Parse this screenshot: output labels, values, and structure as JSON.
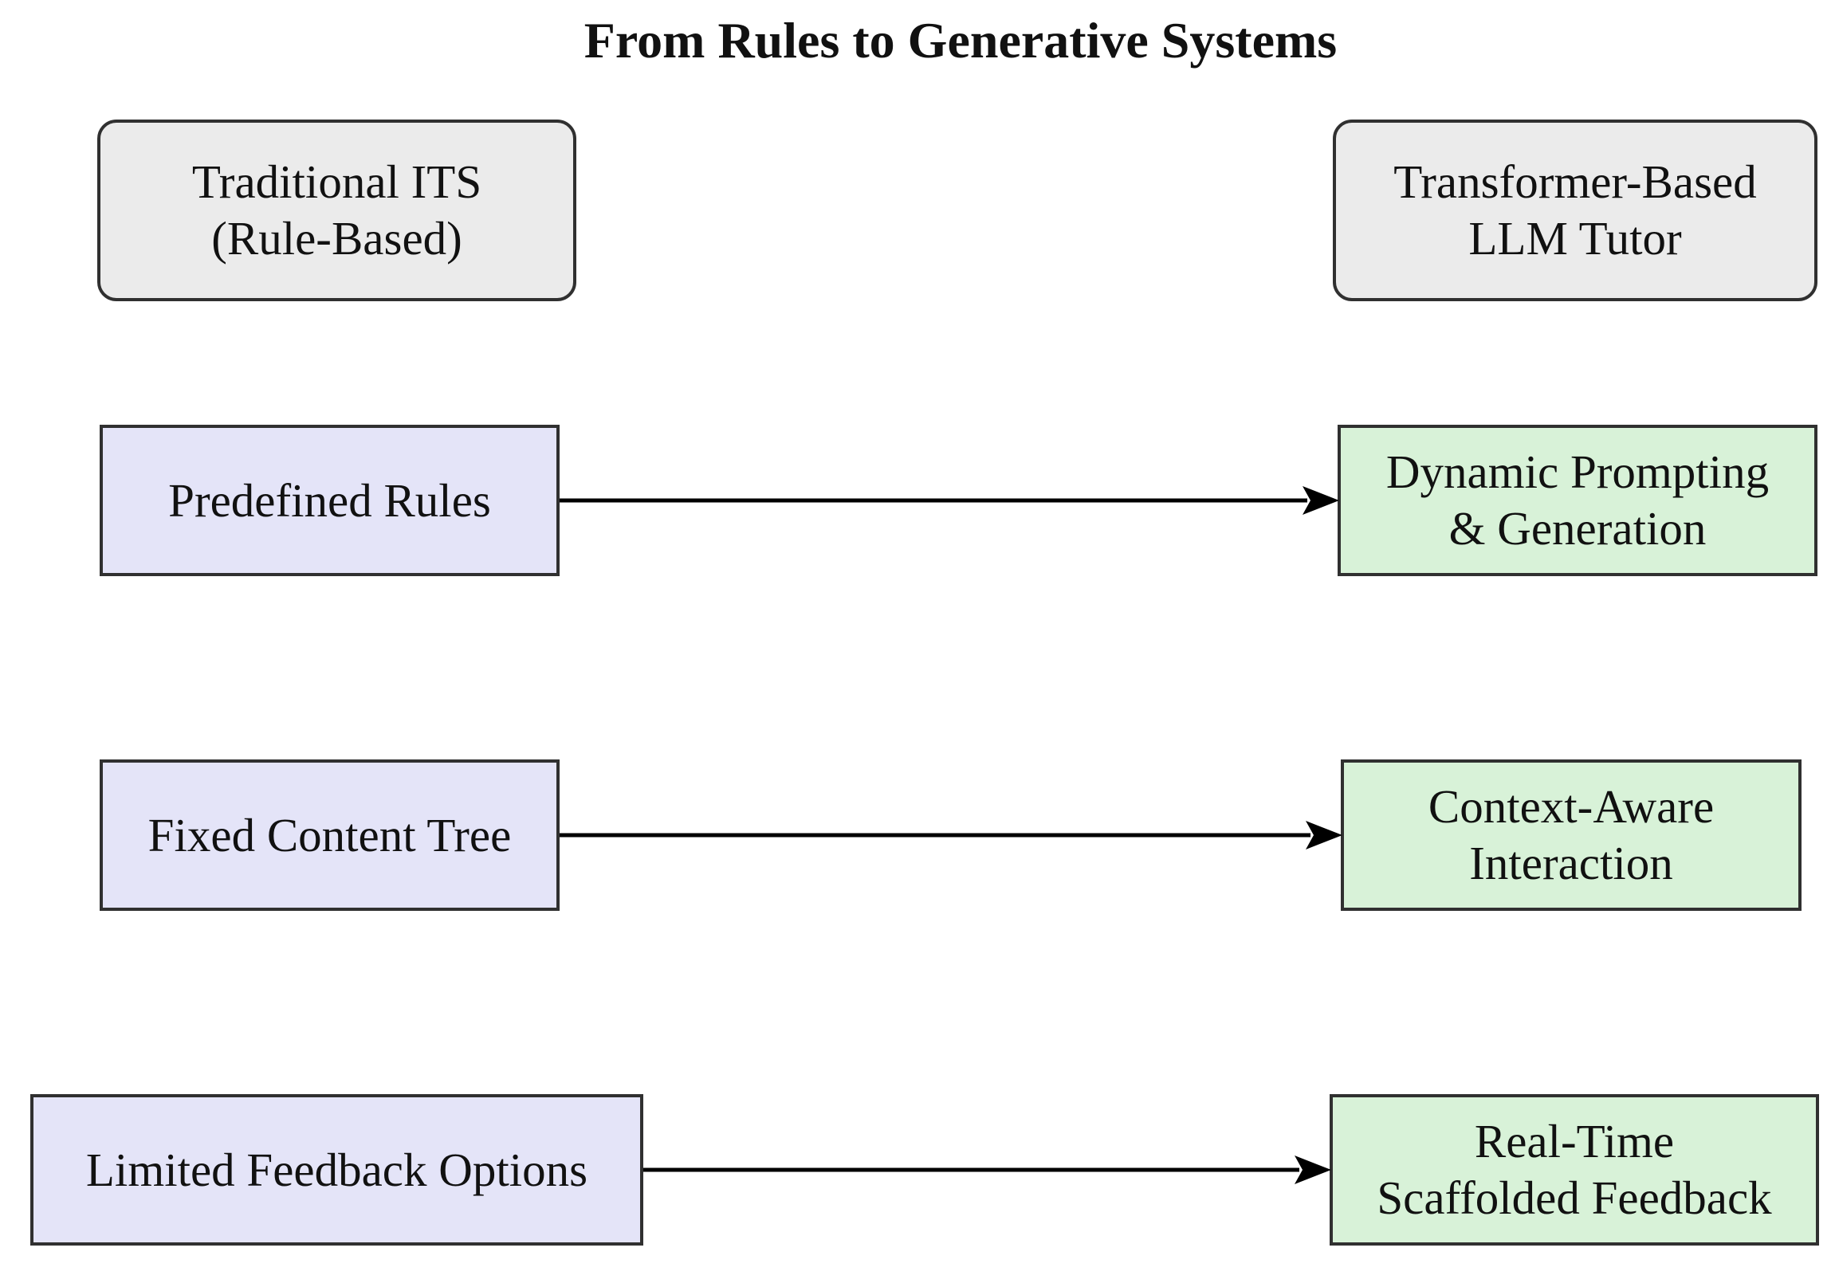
{
  "title": "From Rules to Generative Systems",
  "headers": {
    "left": {
      "line1": "Traditional ITS",
      "line2": "(Rule-Based)"
    },
    "right": {
      "line1": "Transformer-Based",
      "line2": "LLM Tutor"
    }
  },
  "rows": [
    {
      "left": "Predefined Rules",
      "right": {
        "line1": "Dynamic Prompting",
        "line2": "& Generation"
      }
    },
    {
      "left": "Fixed Content Tree",
      "right": {
        "line1": "Context-Aware",
        "line2": "Interaction"
      }
    },
    {
      "left": "Limited Feedback Options",
      "right": {
        "line1": "Real-Time",
        "line2": "Scaffolded Feedback"
      }
    }
  ],
  "colors": {
    "header_fill": "#ebebeb",
    "traditional_fill": "#e4e4f8",
    "llm_fill": "#d8f2d8",
    "border": "#303030",
    "arrow": "#000000",
    "background": "#ffffff"
  }
}
